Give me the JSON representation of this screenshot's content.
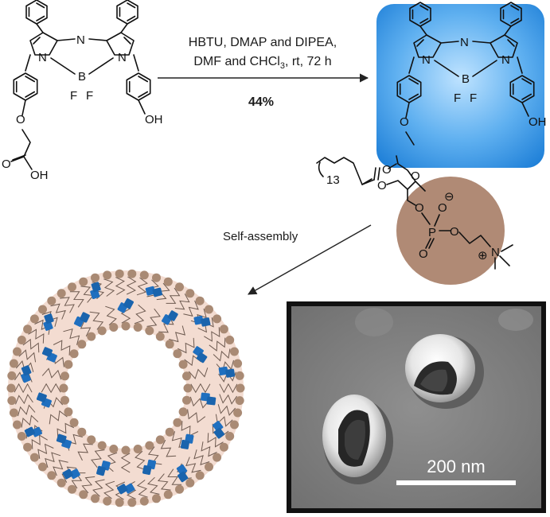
{
  "reaction": {
    "conditions_line1": "HBTU, DMAP and DIPEA,",
    "conditions_line2": "DMF and CHCl",
    "conditions_sub": "3",
    "conditions_tail": ", rt, 72 h",
    "yield": "44%"
  },
  "molecule_atoms": {
    "n": "N",
    "b": "B",
    "f": "F",
    "oh": "OH",
    "o": "O"
  },
  "lipid": {
    "chain_count": "13",
    "phosphorus": "P",
    "oxygen": "O",
    "nitrogen": "N",
    "minus": "⊖",
    "plus": "⊕"
  },
  "process_label": "Self-assembly",
  "micrograph": {
    "scale_bar_label": "200 nm"
  },
  "colors": {
    "lipid_head": "#a98a74",
    "membrane_fill": "#f3dcd1",
    "dye_blue": "#1f6fbf",
    "glow_blue": "#2e8ee0",
    "head_circle": "#b08a75"
  },
  "icons": {
    "bodipy": "bodipy-structure",
    "vesicle": "liposome-diagram",
    "tem": "tem-micrograph"
  }
}
